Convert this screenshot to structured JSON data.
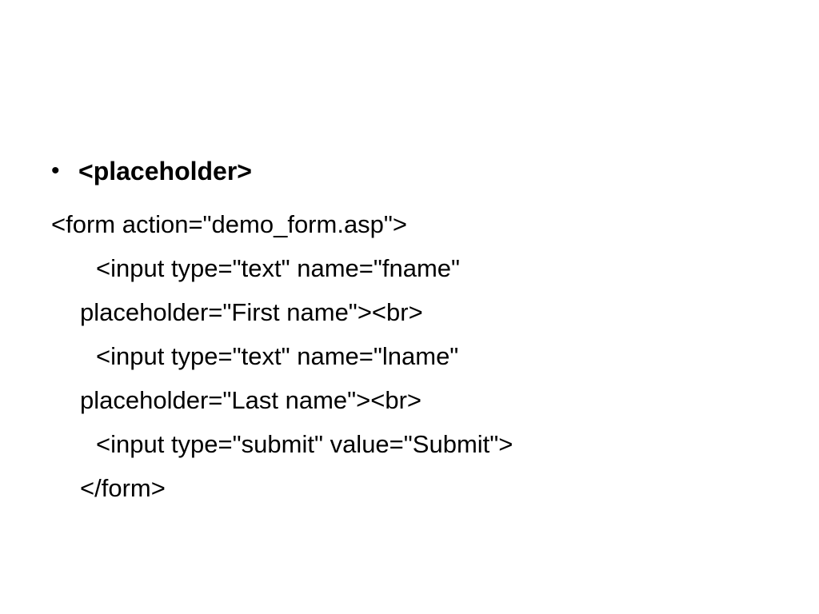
{
  "slide": {
    "bullet": {
      "marker": "•",
      "title": "<placeholder>"
    },
    "code_lines": [
      "<form action=\"demo_form.asp\">",
      "<input type=\"text\" name=\"fname\"",
      "placeholder=\"First name\"><br>",
      "<input type=\"text\" name=\"lname\"",
      "placeholder=\"Last name\"><br>",
      "<input type=\"submit\" value=\"Submit\">",
      "</form>"
    ]
  }
}
